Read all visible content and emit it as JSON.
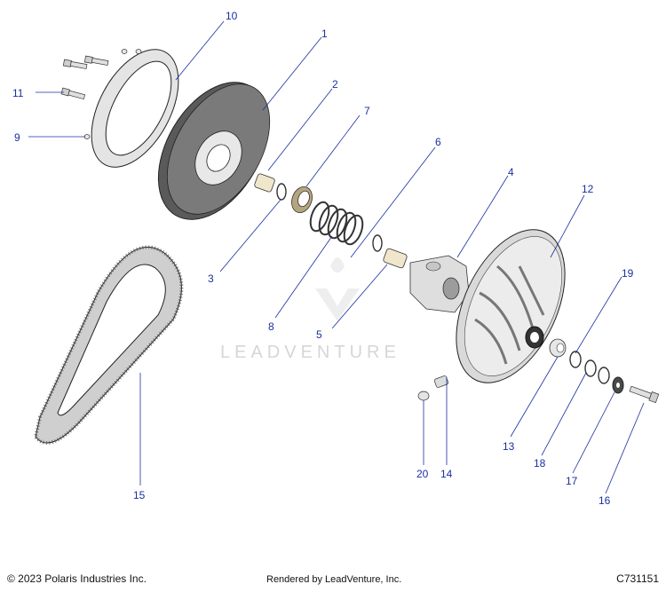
{
  "diagram": {
    "callouts": [
      {
        "number": "1",
        "part": "sheave-fixed"
      },
      {
        "number": "2",
        "part": "bushing"
      },
      {
        "number": "3",
        "part": "retaining-ring"
      },
      {
        "number": "4",
        "part": "spider"
      },
      {
        "number": "5",
        "part": "retaining-ring"
      },
      {
        "number": "6",
        "part": "bushing"
      },
      {
        "number": "7",
        "part": "spring-cup"
      },
      {
        "number": "8",
        "part": "spring"
      },
      {
        "number": "9",
        "part": "dowel-pin"
      },
      {
        "number": "10",
        "part": "ring-gear"
      },
      {
        "number": "11",
        "part": "screw"
      },
      {
        "number": "12",
        "part": "sheave-moveable"
      },
      {
        "number": "13",
        "part": "bearing"
      },
      {
        "number": "14",
        "part": "weight"
      },
      {
        "number": "15",
        "part": "drive-belt"
      },
      {
        "number": "16",
        "part": "bolt"
      },
      {
        "number": "17",
        "part": "washer"
      },
      {
        "number": "18",
        "part": "washer"
      },
      {
        "number": "19",
        "part": "washer"
      },
      {
        "number": "20",
        "part": "roller"
      }
    ],
    "watermark": "LEADVENTURE"
  },
  "footer": {
    "copyright": "© 2023 Polaris Industries Inc.",
    "rendered_by": "Rendered by LeadVenture, Inc.",
    "figure_id": "C731151"
  },
  "colors": {
    "callout": "#1a2fa0",
    "part_fill": "#e9e9e9",
    "part_stroke": "#333333"
  }
}
